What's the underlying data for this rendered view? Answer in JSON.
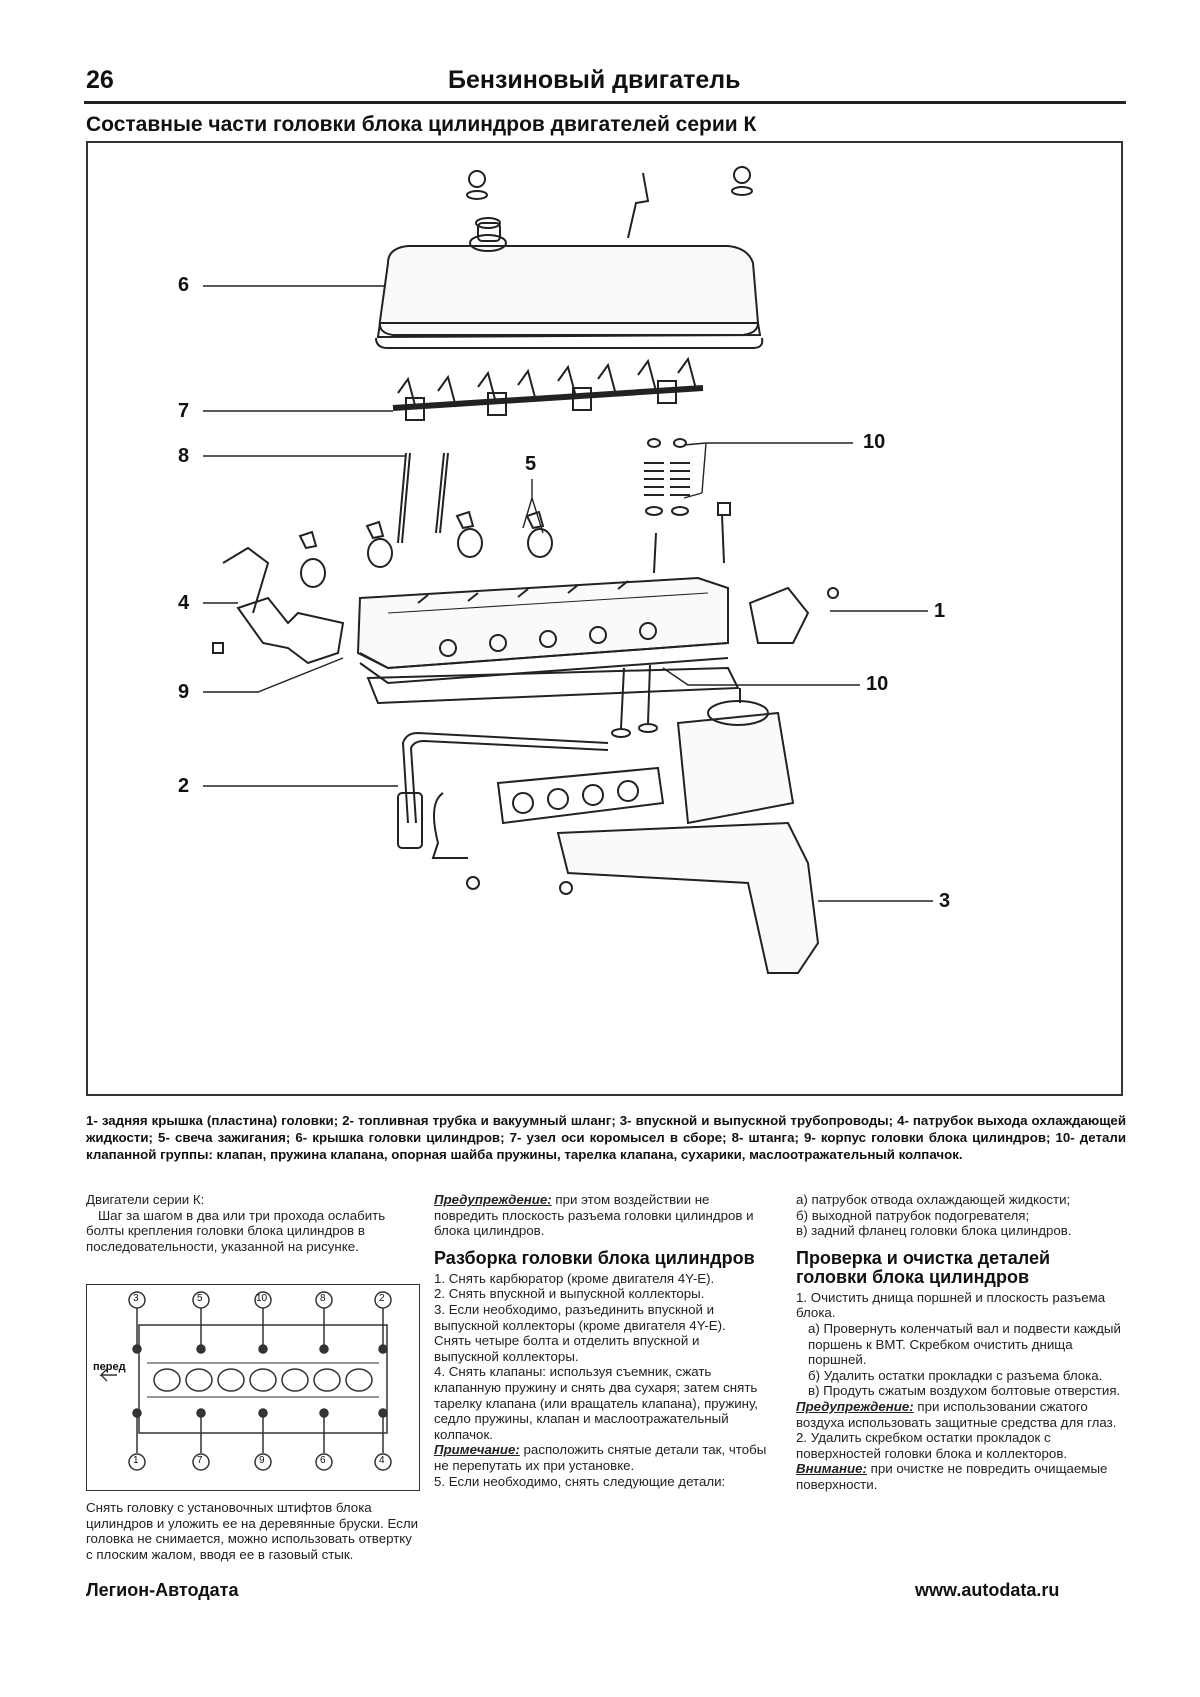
{
  "header": {
    "page_number": "26",
    "title": "Бензиновый двигатель"
  },
  "section_title": "Составные части головки блока цилиндров двигателей серии К",
  "figure": {
    "callouts": [
      "1",
      "2",
      "3",
      "4",
      "5",
      "6",
      "7",
      "8",
      "9",
      "10",
      "10"
    ]
  },
  "caption": "1- задняя крышка (пластина) головки; 2- топливная трубка и вакуумный шланг; 3- впускной и выпускной трубопроводы; 4- патрубок выхода охлаждающей жидкости; 5- свеча зажигания; 6- крышка головки цилиндров; 7- узел оси коромысел в сборе; 8- штанга; 9- корпус головки блока цилиндров; 10- детали клапанной группы: клапан, пружина клапана, опорная шайба пружины, тарелка клапана, сухарики, маслоотражательный колпачок.",
  "col1": {
    "intro_title": "Двигатели серии К:",
    "intro_text": "Шаг за шагом в два или три прохода ослабить болты крепления головки блока цилиндров в последовательности, указанной на рисунке.",
    "fig_top_nums": [
      "3",
      "5",
      "10",
      "8",
      "2"
    ],
    "fig_bottom_nums": [
      "1",
      "7",
      "9",
      "6",
      "4"
    ],
    "fig_front_label": "перед",
    "after_fig": "Снять головку с установочных штифтов блока цилиндров и уложить ее на деревянные бруски. Если головка не снимается, можно использовать отвертку с плоским жалом, вводя ее в газовый стык."
  },
  "col2": {
    "warn_label": "Предупреждение:",
    "warn_text": " при этом воздействии не повредить плоскость разъема головки цилиндров и блока цилиндров.",
    "heading": "Разборка головки блока цилиндров",
    "step1": "1. Снять карбюратор (кроме двигателя 4Y-E).",
    "step2": "2. Снять впускной и выпускной коллекторы.",
    "step3": "3. Если необходимо, разъединить впускной и выпускной коллекторы (кроме двигателя 4Y-E).",
    "step3b": "Снять четыре болта и отделить впускной и выпускной коллекторы.",
    "step4": "4. Снять клапаны: используя съемник, сжать клапанную пружину и снять два сухаря; затем снять тарелку клапана (или вращатель клапана), пружину, седло пружины, клапан и маслоотражательный колпачок.",
    "note_label": "Примечание:",
    "note_text": " расположить снятые детали так, чтобы не перепутать их при установке.",
    "step5": "5. Если необходимо, снять следующие детали:"
  },
  "col3": {
    "item_a": "а) патрубок отвода охлаждающей жидкости;",
    "item_b": "б) выходной патрубок подогревателя;",
    "item_c": "в) задний фланец головки блока цилиндров.",
    "heading": "Проверка и очистка деталей головки блока цилиндров",
    "step1": "1. Очистить днища поршней и плоскость разъема блока.",
    "step1a": "а) Провернуть коленчатый вал и подвести каждый поршень к ВМТ. Скребком очистить днища поршней.",
    "step1b": "б) Удалить остатки прокладки с разъема блока.",
    "step1c": "в) Продуть сжатым воздухом болтовые отверстия.",
    "warn_label": "Предупреждение:",
    "warn_text": " при использовании сжатого воздуха использовать защитные средства для глаз.",
    "step2": "2. Удалить скребком остатки прокладок с поверхностей головки блока и коллекторов.",
    "attn_label": "Внимание:",
    "attn_text": " при очистке не повредить очищаемые поверхности."
  },
  "footer": {
    "left": "Легион-Автодата",
    "right": "www.autodata.ru"
  }
}
